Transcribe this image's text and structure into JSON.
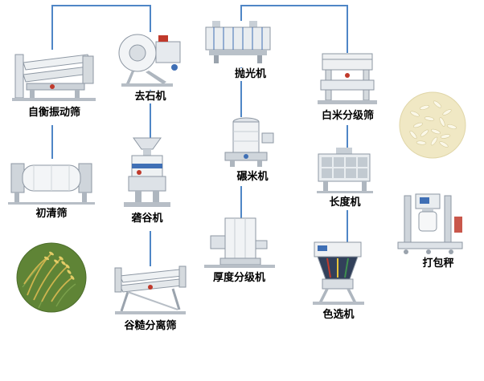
{
  "flow": {
    "connector_color": "#4f86c6",
    "nodes": [
      {
        "id": "self-balancing-vibrating-screen",
        "label": "自衡振动筛"
      },
      {
        "id": "destoner",
        "label": "去石机"
      },
      {
        "id": "polisher",
        "label": "抛光机"
      },
      {
        "id": "white-rice-grading-screen",
        "label": "白米分级筛"
      },
      {
        "id": "pre-cleaning-screen",
        "label": "初清筛"
      },
      {
        "id": "paddy-husker",
        "label": "砻谷机"
      },
      {
        "id": "rice-whitener",
        "label": "碾米机"
      },
      {
        "id": "length-grader",
        "label": "长度机"
      },
      {
        "id": "paddy-separator-screen",
        "label": "谷糙分离筛"
      },
      {
        "id": "thickness-grader",
        "label": "厚度分级机"
      },
      {
        "id": "color-sorter",
        "label": "色选机"
      },
      {
        "id": "packing-scale",
        "label": "打包秤"
      }
    ],
    "photos": [
      {
        "id": "white-rice-photo",
        "alt": "白米"
      },
      {
        "id": "paddy-photo",
        "alt": "稻谷"
      }
    ]
  }
}
